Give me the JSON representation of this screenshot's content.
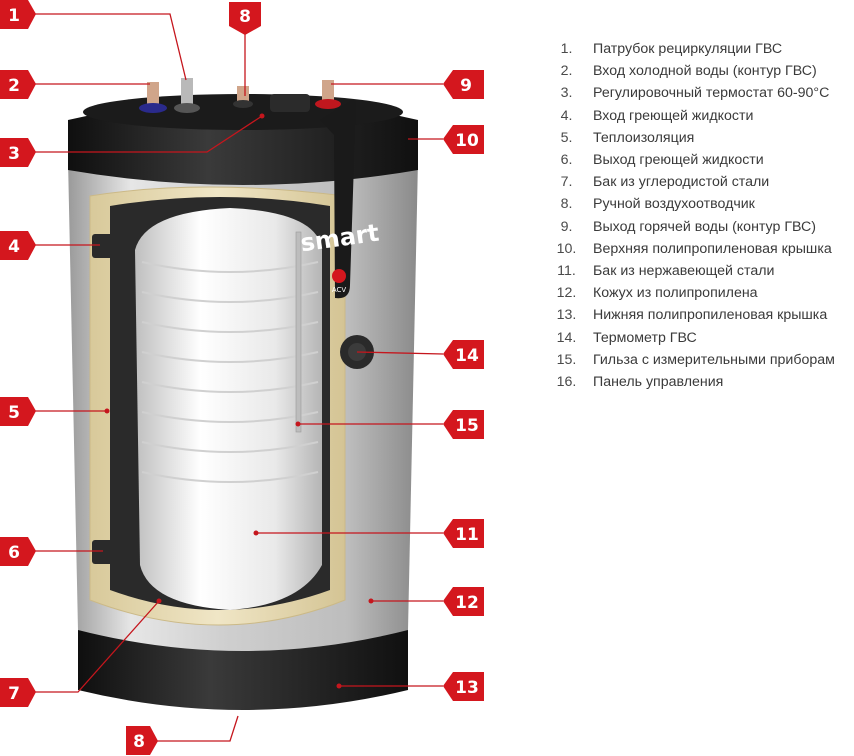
{
  "logo": {
    "brand": "smart",
    "maker": "ACV"
  },
  "badges": {
    "b1": "1",
    "b2": "2",
    "b3": "3",
    "b4": "4",
    "b5": "5",
    "b6": "6",
    "b7": "7",
    "b8_top": "8",
    "b8_bottom": "8",
    "b9": "9",
    "b10": "10",
    "b11": "11",
    "b12": "12",
    "b13": "13",
    "b14": "14",
    "b15": "15"
  },
  "legend": [
    {
      "num": "1.",
      "text": "Патрубок рециркуляции ГВС"
    },
    {
      "num": "2.",
      "text": "Вход холодной воды (контур ГВС)"
    },
    {
      "num": "3.",
      "text": "Регулировочный термостат 60-90°C"
    },
    {
      "num": "4.",
      "text": "Вход греющей жидкости"
    },
    {
      "num": "5.",
      "text": "Теплоизоляция"
    },
    {
      "num": "6.",
      "text": "Выход греющей жидкости"
    },
    {
      "num": "7.",
      "text": "Бак из углеродистой стали"
    },
    {
      "num": "8.",
      "text": "Ручной воздухоотводчик"
    },
    {
      "num": "9.",
      "text": "Выход горячей воды (контур ГВС)"
    },
    {
      "num": "10.",
      "text": "Верхняя полипропиленовая крышка"
    },
    {
      "num": "11.",
      "text": "Бак из нержавеющей стали"
    },
    {
      "num": "12.",
      "text": "Кожух из полипропилена"
    },
    {
      "num": "13.",
      "text": "Нижняя полипропиленовая крышка"
    },
    {
      "num": "14.",
      "text": "Термометр ГВС"
    },
    {
      "num": "15.",
      "text": "Гильза с измерительными приборам"
    },
    {
      "num": "16.",
      "text": "Панель управления"
    }
  ],
  "colors": {
    "badge_red": "#d4171e",
    "leader_red": "#c5161d",
    "shell": "#c9c9c9",
    "cover": "#1c1c1c",
    "insulation": "#e8dcb8",
    "inner_tank": "#f2f2f2"
  }
}
